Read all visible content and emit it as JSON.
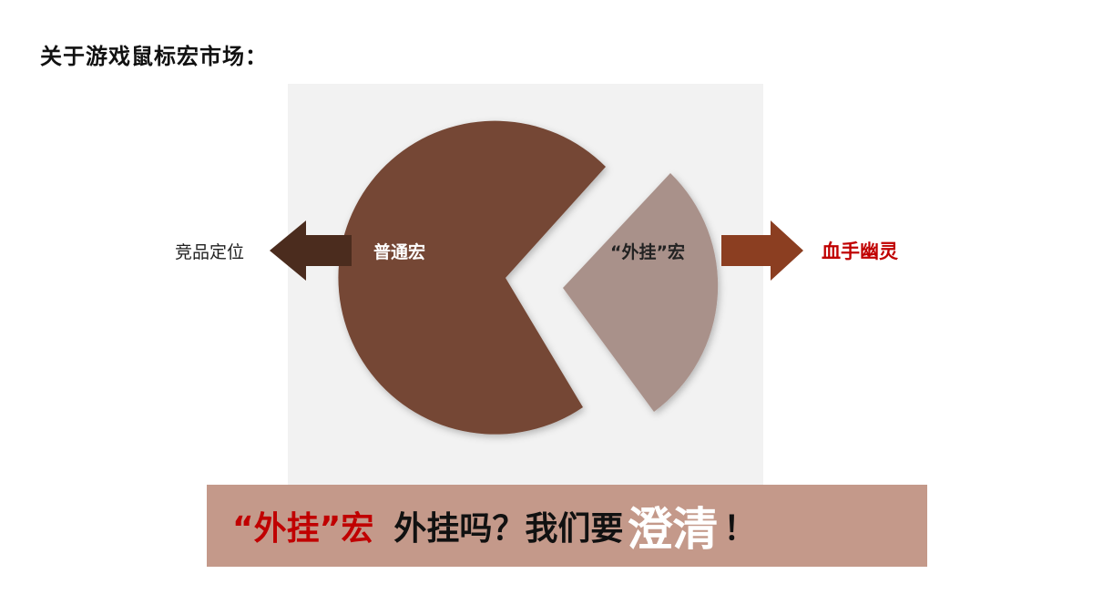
{
  "title": "关于游戏鼠标宏市场：",
  "diagram": {
    "left_label": "竞品定位",
    "big_slice_label": "普通宏",
    "small_slice_label": "“外挂”宏",
    "right_label": "血手幽灵",
    "colors": {
      "big_slice": "#744735",
      "small_slice": "#a9918a",
      "left_arrow": "#4b2c1e",
      "right_arrow": "#8b3e21",
      "panel": "#f2f2f2",
      "highlight_text": "#c00000"
    }
  },
  "banner": {
    "highlight": "“外挂”宏",
    "text": "外挂吗？我们要",
    "emphasis": "澄清",
    "end": "！",
    "background": "#c4998a"
  }
}
